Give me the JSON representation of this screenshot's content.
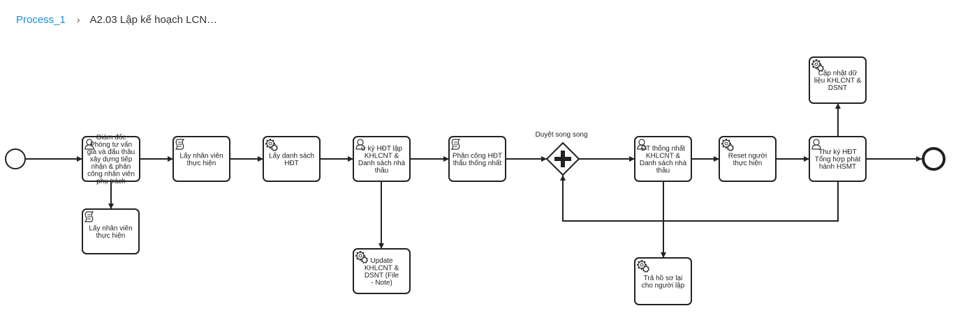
{
  "breadcrumb": {
    "process": "Process_1",
    "separator": "›",
    "current": "A2.03 Lập kế hoạch LCN…"
  },
  "colors": {
    "link": "#1a8fd6",
    "stroke": "#222222"
  },
  "gateway_label": "Duyệt song song",
  "tasks": [
    {
      "name": "task-giam-doc",
      "icon": "user-icon",
      "lines": [
        "Giám đốc",
        "Phòng tư vấn",
        "giá và đấu thầu",
        "xây dựng tiếp",
        "nhận & phân",
        "công nhân viên",
        "phụ trách"
      ]
    },
    {
      "name": "task-lay-nhan-vien-1",
      "icon": "script-icon",
      "lines": [
        "Lấy nhân viên",
        "thực hiện"
      ]
    },
    {
      "name": "task-lay-nhan-vien-2",
      "icon": "script-icon",
      "lines": [
        "Lấy nhân viên",
        "thực hiện"
      ]
    },
    {
      "name": "task-lay-danh-sach-hdt",
      "icon": "gear-icon",
      "lines": [
        "Lấy danh sách",
        "HĐT"
      ]
    },
    {
      "name": "task-thu-ky-hdt-lap",
      "icon": "user-icon",
      "lines": [
        "ư ký HĐT lập",
        "KHLCNT &",
        "Danh sách nhà",
        "thầu"
      ]
    },
    {
      "name": "task-update-khlcnt",
      "icon": "gear-icon",
      "lines": [
        "Update",
        "KHLCNT &",
        "DSNT (File",
        "- Note)"
      ]
    },
    {
      "name": "task-phan-cong-hdt",
      "icon": "script-icon",
      "lines": [
        "Phân công HĐT",
        "thẩu thống nhất"
      ]
    },
    {
      "name": "task-hdt-thong-nhat",
      "icon": "user-icon",
      "lines": [
        "ĐT thống nhất",
        "KHLCNT &",
        "Danh sách nhà",
        "thầu"
      ]
    },
    {
      "name": "task-reset-nguoi",
      "icon": "gear-icon",
      "lines": [
        "Reset người",
        "thực hiện"
      ]
    },
    {
      "name": "task-tra-ho-so",
      "icon": "gear-icon",
      "lines": [
        "Trả hồ sơ lại",
        "cho người lập"
      ]
    },
    {
      "name": "task-thu-ky-tong-hop",
      "icon": "user-icon",
      "lines": [
        "Thư ký HĐT",
        "Tổng hợp phát",
        "hành HSMT"
      ]
    },
    {
      "name": "task-cap-nhat-du-lieu",
      "icon": "gear-icon",
      "lines": [
        "Cập nhật dữ",
        "liệu KHLCNT &",
        "DSNT"
      ]
    }
  ]
}
